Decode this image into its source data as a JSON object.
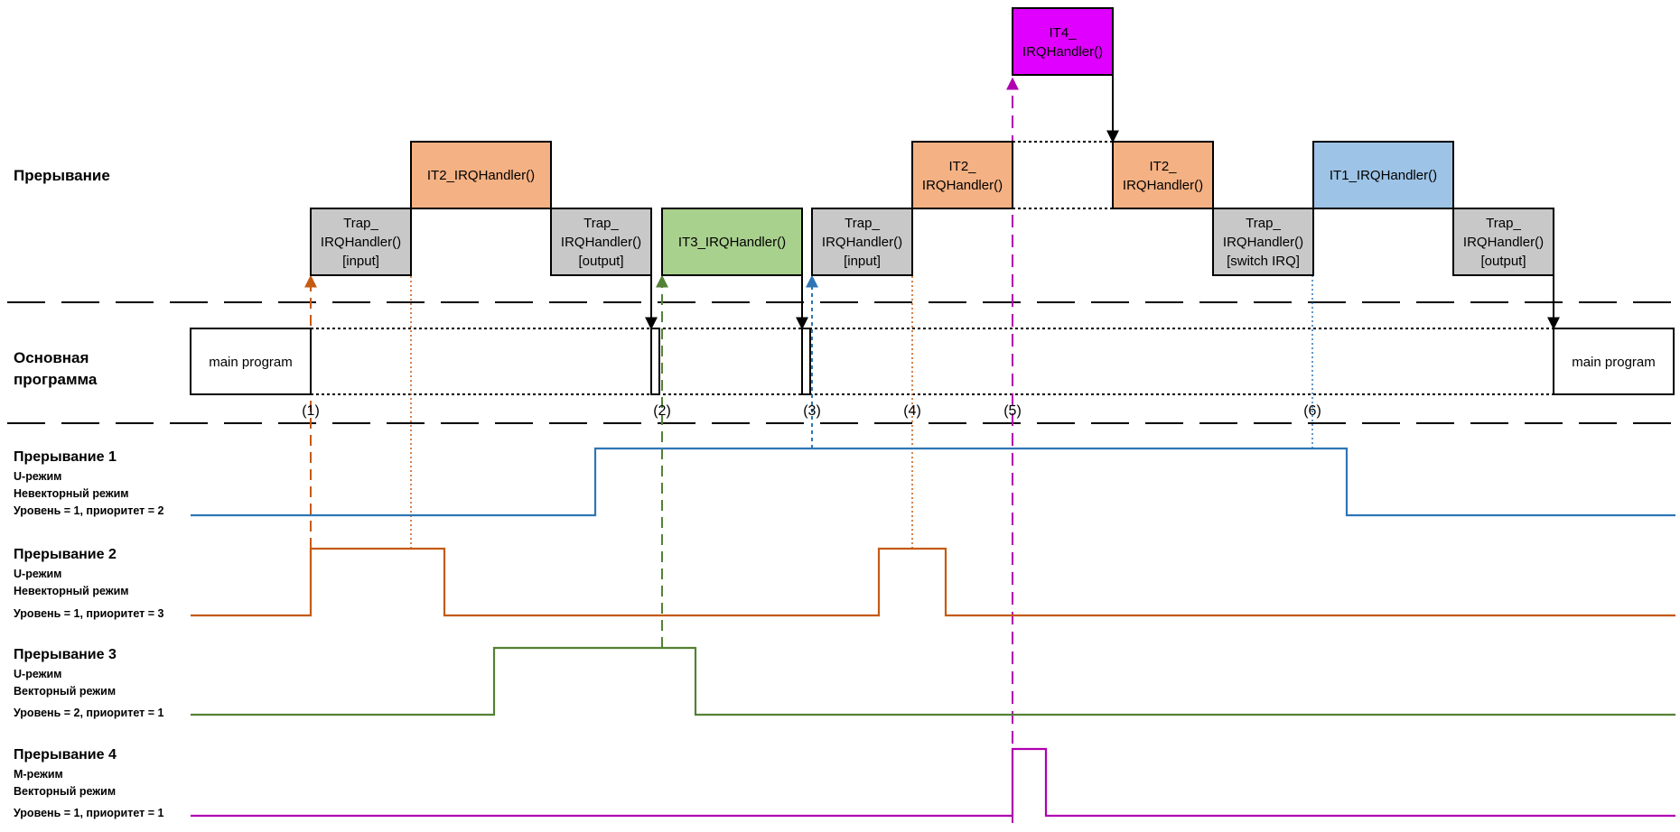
{
  "sections": {
    "interrupt": "Прерывание",
    "main_line1": "Основная",
    "main_line2": "программа"
  },
  "boxes": {
    "trap_input_1": [
      "Trap_",
      "IRQHandler()",
      "[input]"
    ],
    "it2_a": [
      "IT2_IRQHandler()"
    ],
    "trap_output_1": [
      "Trap_",
      "IRQHandler()",
      "[output]"
    ],
    "it3": [
      "IT3_IRQHandler()"
    ],
    "trap_input_2": [
      "Trap_",
      "IRQHandler()",
      "[input]"
    ],
    "it2_b": [
      "IT2_",
      "IRQHandler()"
    ],
    "it4": [
      "IT4_",
      "IRQHandler()"
    ],
    "it2_c": [
      "IT2_",
      "IRQHandler()"
    ],
    "trap_switch": [
      "Trap_",
      "IRQHandler()",
      "[switch IRQ]"
    ],
    "it1": [
      "IT1_IRQHandler()"
    ],
    "trap_output_2": [
      "Trap_",
      "IRQHandler()",
      "[output]"
    ],
    "main_left": [
      "main program"
    ],
    "main_right": [
      "main program"
    ]
  },
  "markers": [
    "(1)",
    "(2)",
    "(3)",
    "(4)",
    "(5)",
    "(6)"
  ],
  "signals": [
    {
      "title": "Прерывание 1",
      "mode": "U-режим",
      "vector": "Невекторный режим",
      "level": "Уровень = 1, приоритет = 2",
      "color": "#2e75b6"
    },
    {
      "title": "Прерывание 2",
      "mode": "U-режим",
      "vector": "Невекторный режим",
      "level": "Уровень = 1, приоритет = 3",
      "color": "#c55a11"
    },
    {
      "title": "Прерывание 3",
      "mode": "U-режим",
      "vector": "Векторный режим",
      "level": "Уровень = 2, приоритет = 1",
      "color": "#538135"
    },
    {
      "title": "Прерывание 4",
      "mode": "М-режим",
      "vector": "Векторный режим",
      "level": "Уровень = 1, приоритет = 1",
      "color": "#b000b0"
    }
  ],
  "colors": {
    "trap": "#c8c8c8",
    "it2": "#f4b183",
    "it3": "#a9d18e",
    "it4": "#e000ff",
    "it1": "#9dc3e6",
    "main": "#ffffff"
  }
}
